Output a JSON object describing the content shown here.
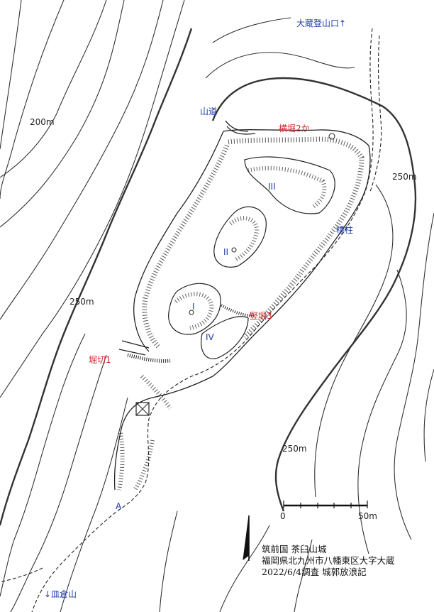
{
  "labels": {
    "trail_north": "大蔵登山口↑",
    "road_label": "山道",
    "moat_horizontal": "横堀2か",
    "contour_200_left": "200m",
    "contour_250_right": "250m",
    "contour_250_left": "250m",
    "contour_250_bottom": "250m",
    "enclosure_3": "III",
    "marker_post": "標柱",
    "enclosure_2": "II",
    "enclosure_1": "I",
    "moat_vertical": "竪堀3",
    "enclosure_4": "IV",
    "cut_1": "堀切1",
    "point_a": "A",
    "trail_south": "↓皿倉山"
  },
  "scale_bar": {
    "start": "0",
    "end": "50m"
  },
  "info": {
    "province": "筑前国 茶臼山城",
    "address": "福岡県北九州市八幡東区大字大蔵",
    "survey": "2022/6/4調査 城郭放浪記"
  },
  "colors": {
    "blue": "#1e3aa8",
    "red": "#cc2a2a",
    "line": "#222222"
  }
}
